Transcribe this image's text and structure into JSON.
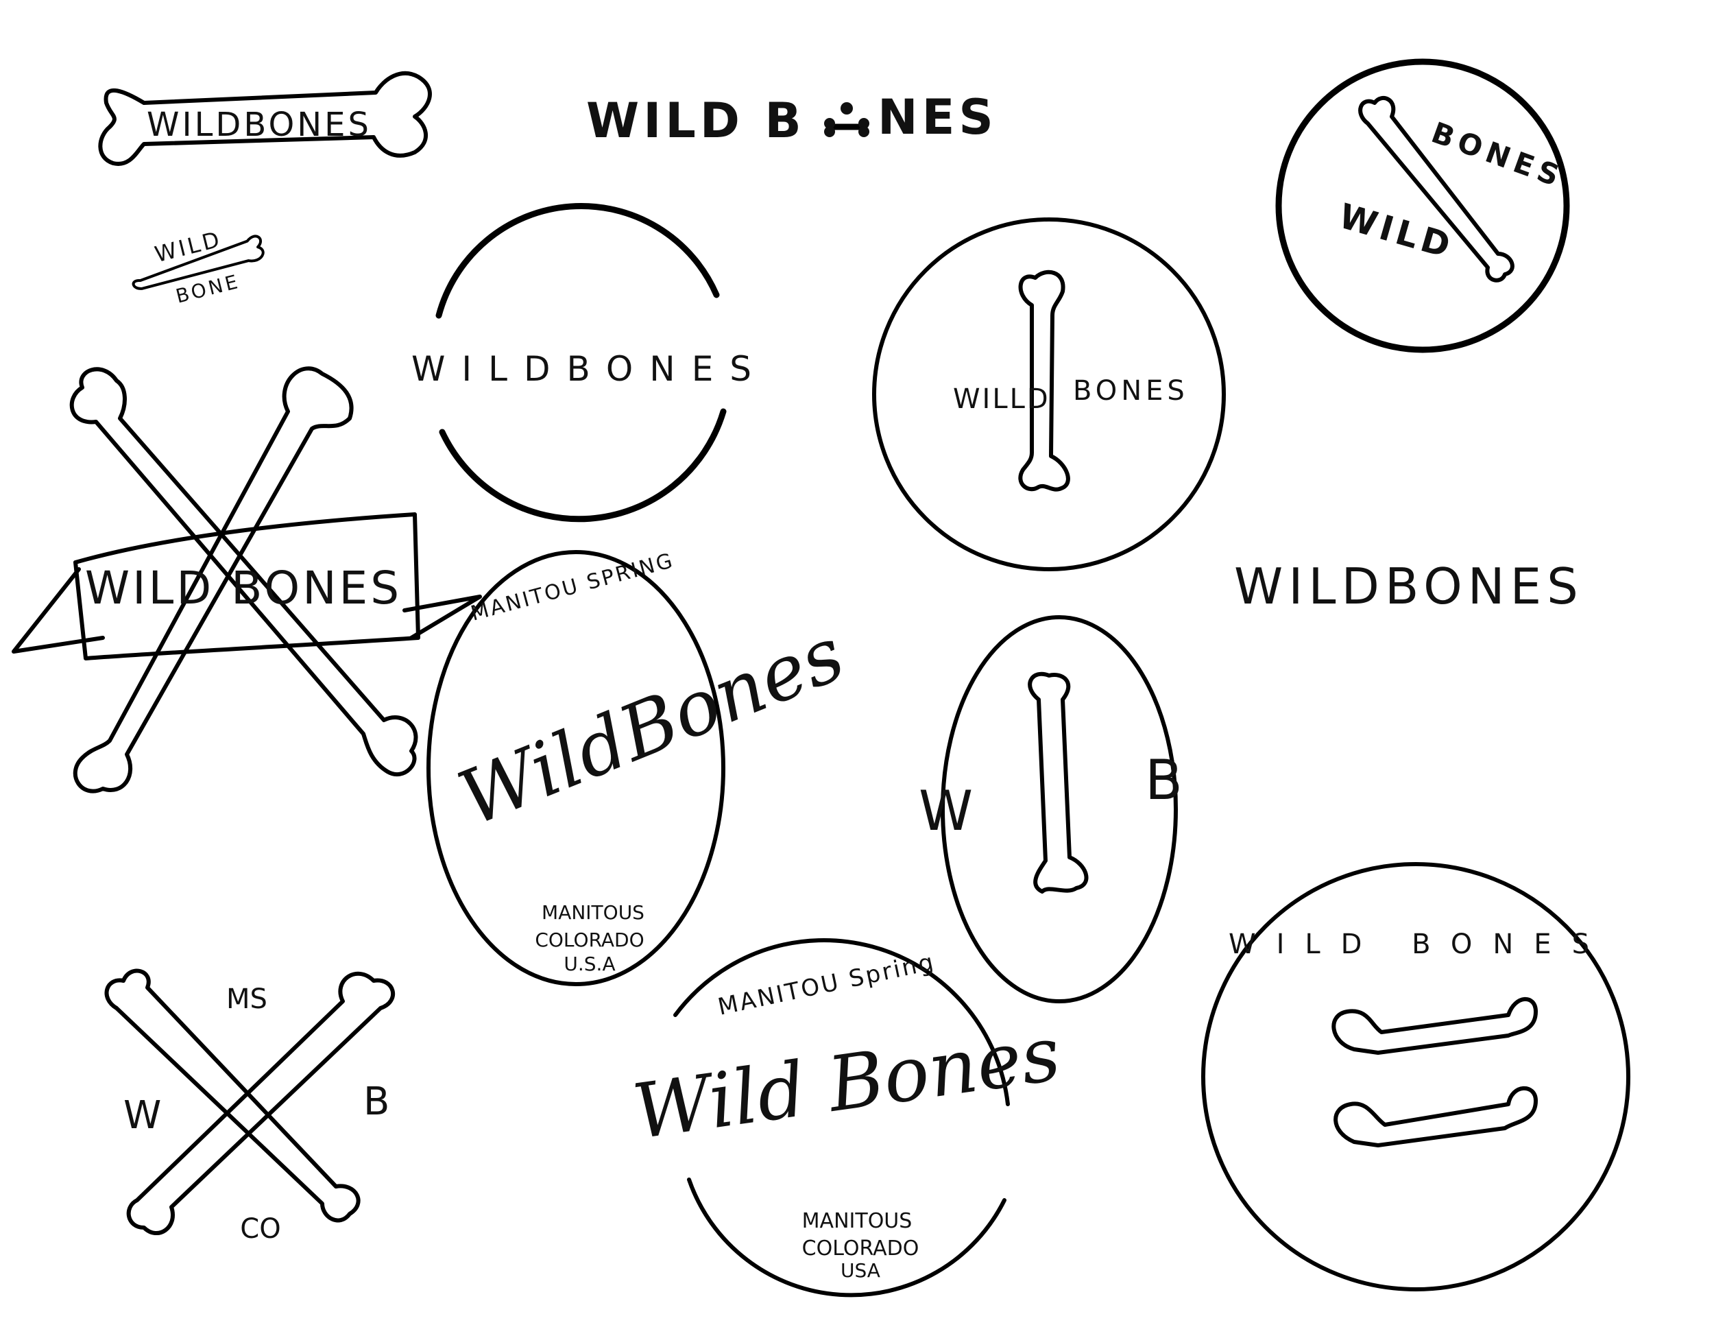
{
  "sketches": {
    "bone_banner": {
      "text": "WILDBONES"
    },
    "wordmark_top": {
      "text_left": "WILD B",
      "text_right": "NES"
    },
    "small_stack": {
      "top": "WILD",
      "bottom": "BONE"
    },
    "ring_wordmark": {
      "text": "WILDBONES"
    },
    "circle_bone_center": {
      "left": "WILLD",
      "right": "BONES"
    },
    "circle_diagonal": {
      "top": "BONES",
      "bottom": "WILD"
    },
    "crossbones_ribbon": {
      "text": "WILD BONES"
    },
    "oval_script": {
      "arc": "MANITOU SPRING",
      "script": "WildBones",
      "footer": [
        "MANITOUS",
        "COLORADO",
        "U.S.A"
      ]
    },
    "wordmark_right": {
      "text": "WILDBONES"
    },
    "oval_wb": {
      "left": "W",
      "right": "B"
    },
    "circle_two_bones": {
      "arc": "WILD BONES"
    },
    "cross_monogram": {
      "top": "MS",
      "left": "W",
      "right": "B",
      "bottom": "CO"
    },
    "badge_script": {
      "arc": "MANITOU Spring",
      "script": "Wild Bones",
      "footer": [
        "MANITOUS",
        "COLORADO",
        "USA"
      ]
    }
  }
}
